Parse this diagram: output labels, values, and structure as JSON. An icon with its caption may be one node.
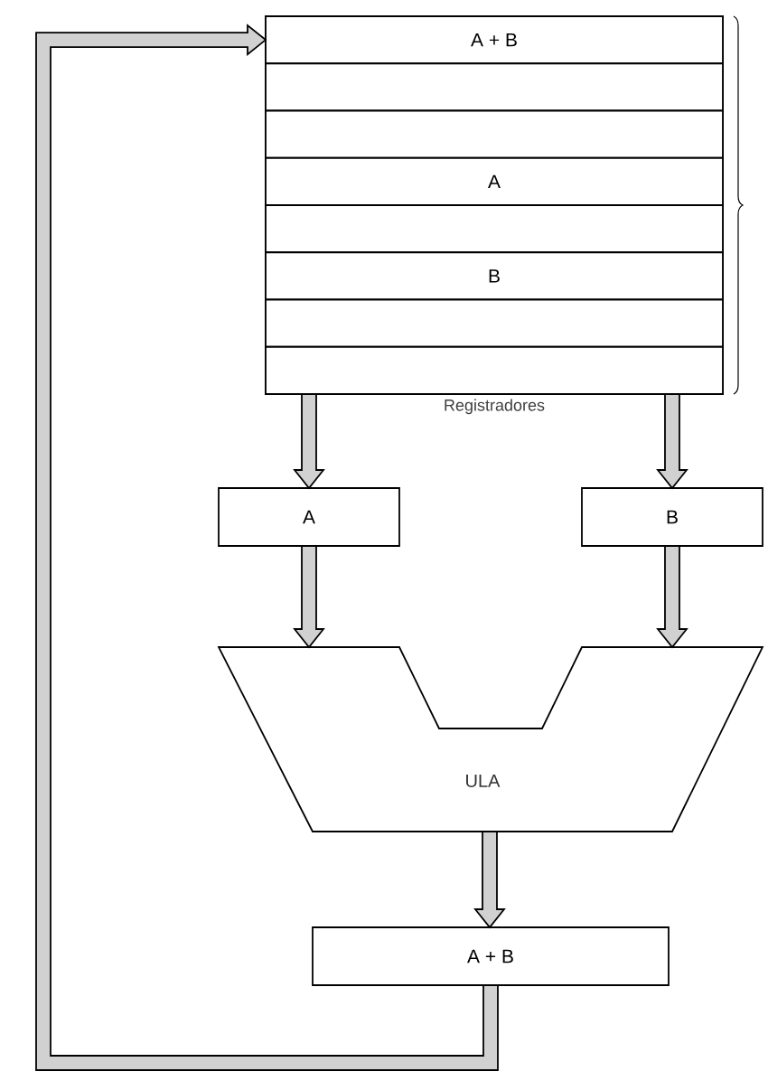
{
  "diagram": {
    "nodes": [
      {
        "text": [
          "Registradores"
        ]
      },
      {
        "text": [
          "A + B"
        ],
        "in": 0
      },
      {
        "text": [],
        "shape": "box",
        "in": 0
      },
      {
        "text": [],
        "shape": "box",
        "in": 0
      },
      {
        "text": [
          "A"
        ],
        "in": 0
      },
      {
        "text": [],
        "shape": "box",
        "in": 0
      },
      {
        "text": [
          "B"
        ],
        "in": 0
      },
      {
        "text": [],
        "shape": "box",
        "in": 0
      },
      {
        "text": [],
        "shape": "box",
        "in": 0
      },
      {
        "text": [
          "A"
        ]
      },
      {
        "text": [
          "B"
        ]
      },
      {
        "text": [
          "ULA"
        ]
      },
      {
        "text": [
          "A + B"
        ]
      }
    ],
    "edges": [
      {
        "from": 0,
        "to": 9,
        "arrow": "to"
      },
      {
        "from": 0,
        "to": 10,
        "arrow": "to"
      },
      {
        "from": 9,
        "to": 11,
        "arrow": "to"
      },
      {
        "from": 10,
        "to": 11,
        "arrow": "to"
      },
      {
        "from": 11,
        "to": 12,
        "arrow": "to"
      },
      {
        "from": 12,
        "to": 1,
        "arrow": "to"
      }
    ]
  }
}
